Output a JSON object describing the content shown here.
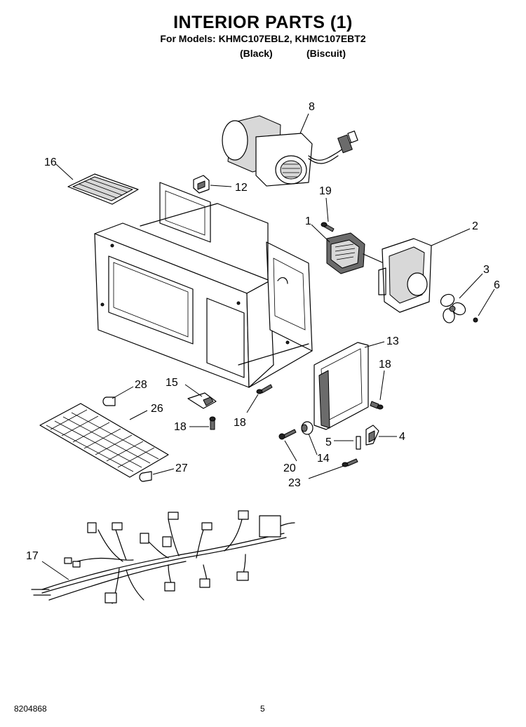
{
  "header": {
    "title": "INTERIOR PARTS (1)",
    "models": "For Models: KHMC107EBL2, KHMC107EBT2",
    "variant_black": "(Black)",
    "variant_biscuit": "(Biscuit)"
  },
  "callouts": {
    "c1": "1",
    "c2": "2",
    "c3": "3",
    "c4": "4",
    "c5": "5",
    "c6": "6",
    "c8": "8",
    "c12": "12",
    "c13": "13",
    "c14": "14",
    "c15": "15",
    "c16": "16",
    "c17": "17",
    "c18a": "18",
    "c18b": "18",
    "c18c": "18",
    "c19": "19",
    "c20": "20",
    "c23": "23",
    "c26": "26",
    "c27": "27",
    "c28": "28"
  },
  "footer": {
    "doc_number": "8204868",
    "page_number": "5"
  }
}
